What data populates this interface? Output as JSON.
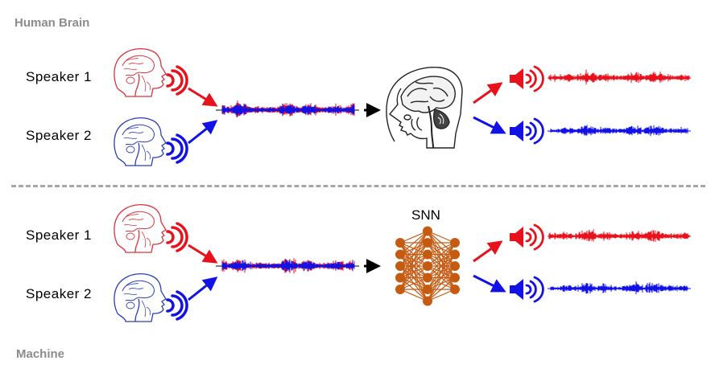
{
  "sections": {
    "top_title": "Human Brain",
    "bottom_title": "Machine"
  },
  "speakers": {
    "speaker1": "Speaker 1",
    "speaker2": "Speaker 2"
  },
  "network_label": "SNN",
  "colors": {
    "speaker1": "#e8121c",
    "speaker2": "#1212e6",
    "network": "#c55a11",
    "section_title": "#8c8c8c",
    "divider": "#a6a6a6"
  },
  "icons": {
    "head": "head-profile-icon",
    "sound": "speaker-sound-icon",
    "brain": "brain-anatomy-icon",
    "network": "neural-network-icon"
  }
}
